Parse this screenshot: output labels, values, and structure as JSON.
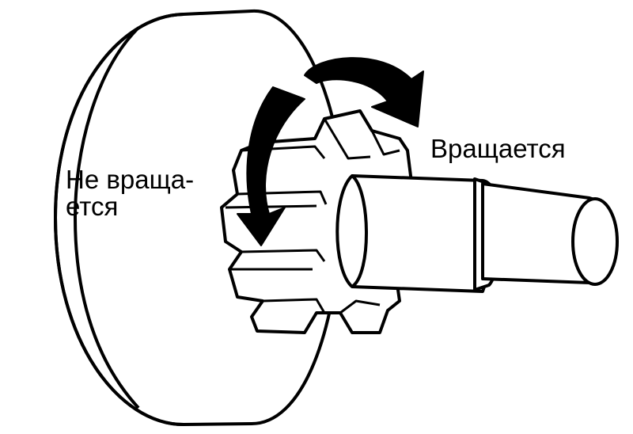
{
  "figure": {
    "label_not_rotating_line1": "Не враща-",
    "label_not_rotating_line2": "ется",
    "label_rotating": "Вращается",
    "line_color": "#000000",
    "background_color": "#ffffff"
  }
}
